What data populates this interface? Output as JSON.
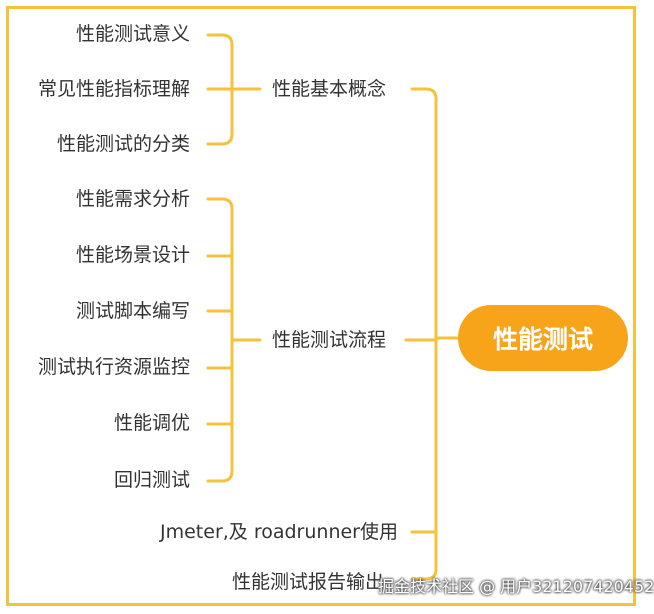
{
  "root": "性能测试",
  "branches": [
    {
      "label": "性能基本概念",
      "children": [
        "性能测试意义",
        "常见性能指标理解",
        "性能测试的分类"
      ]
    },
    {
      "label": "性能测试流程",
      "children": [
        "性能需求分析",
        "性能场景设计",
        "测试脚本编写",
        "测试执行资源监控",
        "性能调优",
        "回归测试"
      ]
    },
    {
      "label": "Jmeter,及 roadrunner使用"
    },
    {
      "label": "性能测试报告输出"
    }
  ],
  "watermark": "掘金技术社区 @ 用户321207420452",
  "colors": {
    "frame": "#f6c23c",
    "connector": "#f6c23c",
    "root_fill": "#f8a41a",
    "root_text": "#ffffff",
    "label_text": "#333333"
  }
}
